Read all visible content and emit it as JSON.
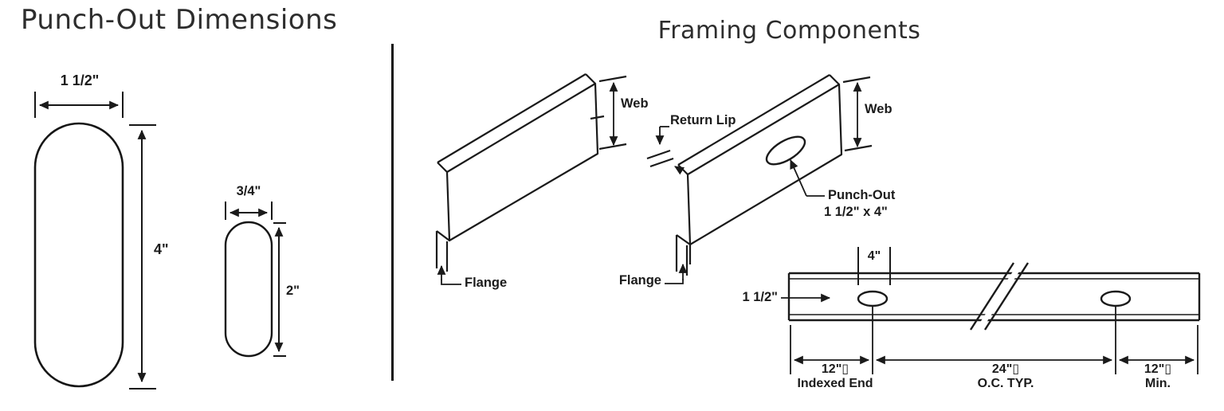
{
  "page": {
    "left_title": "Punch-Out Dimensions",
    "right_title": "Framing Components"
  },
  "punch_out_dimensions": {
    "large": {
      "width": "1 1/2\"",
      "height": "4\""
    },
    "small": {
      "width": "3/4\"",
      "height": "2\""
    }
  },
  "framing_components": {
    "track": {
      "web": "Web",
      "flange": "Flange"
    },
    "stud": {
      "return_lip": "Return Lip",
      "web": "Web",
      "flange": "Flange",
      "punch_out_line1": "Punch-Out",
      "punch_out_line2": "1 1/2\" x 4\""
    },
    "face_view": {
      "punch_out_width": "4\"",
      "member_width": "1 1/2\"",
      "left_dim": "12\"▯",
      "left_caption": "Indexed End",
      "mid_dim": "24\"▯",
      "mid_caption": "O.C. TYP.",
      "right_dim": "12\"▯",
      "right_caption": "Min."
    }
  }
}
